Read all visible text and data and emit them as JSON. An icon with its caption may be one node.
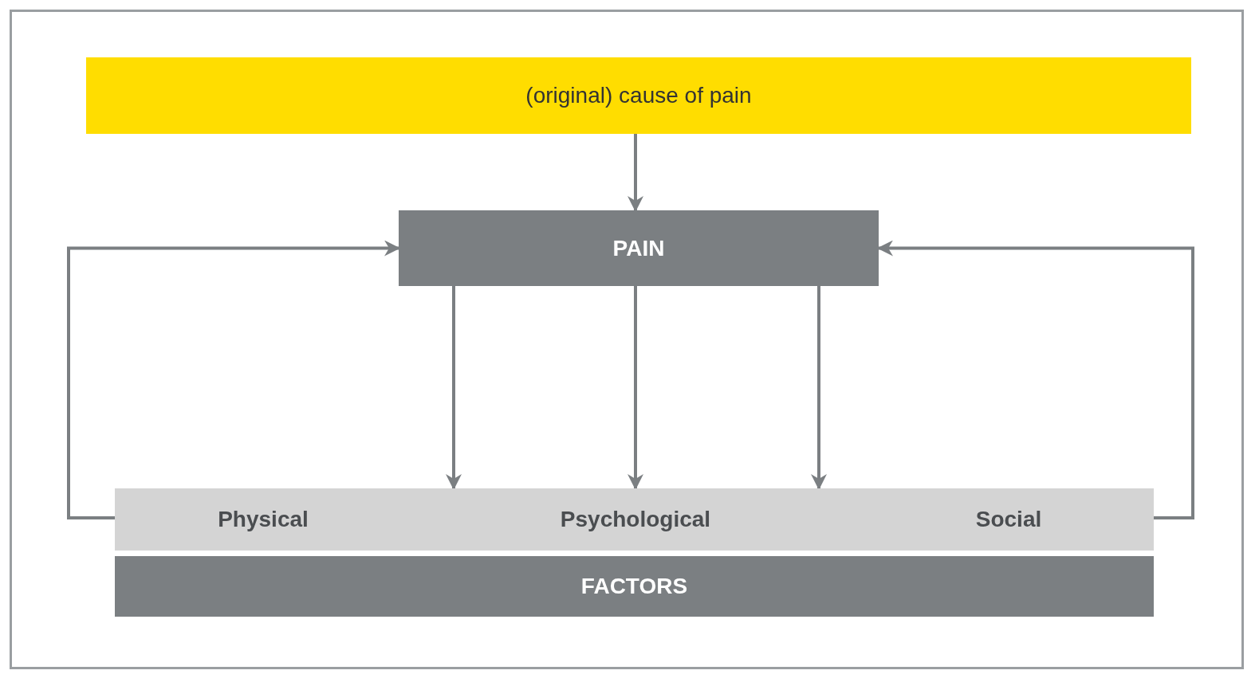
{
  "diagram": {
    "nodes": [
      {
        "text": [
          "(original) cause of pain"
        ]
      },
      {
        "text": [
          "PAIN"
        ]
      },
      {
        "text": [
          "Physical",
          "Psychological",
          "Social"
        ]
      },
      {
        "text": [
          "FACTORS"
        ]
      }
    ],
    "edges": [
      {
        "from": 0,
        "to": 1,
        "arrow": "to"
      },
      {
        "from": 1,
        "to": 2,
        "arrow": "to"
      },
      {
        "from": 1,
        "to": 2,
        "arrow": "to"
      },
      {
        "from": 1,
        "to": 2,
        "arrow": "to"
      },
      {
        "from": 2,
        "to": 1,
        "arrow": "to"
      },
      {
        "from": 2,
        "to": 1,
        "arrow": "to"
      }
    ]
  }
}
